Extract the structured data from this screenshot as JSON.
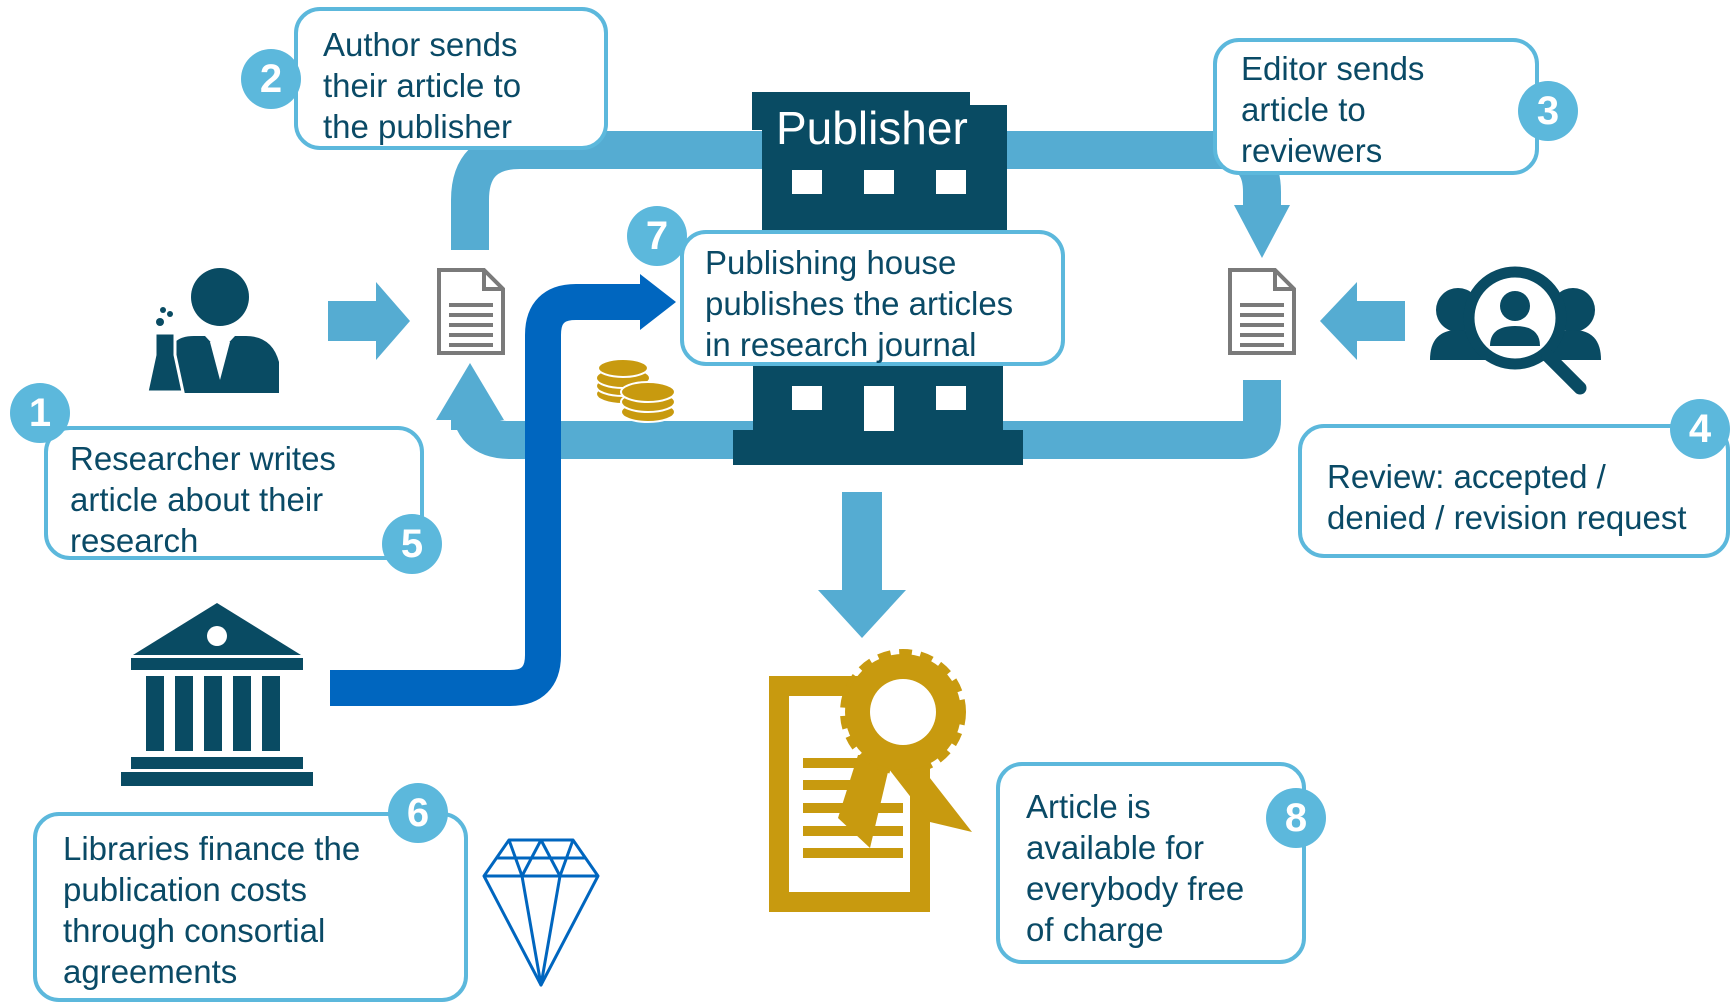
{
  "colors": {
    "light_blue": "#55acd2",
    "dark_blue": "#0066bf",
    "navy": "#094b63",
    "gold": "#c89a0f",
    "text": "#0a4a66",
    "doc_gray": "#7a7a7a"
  },
  "icons": [
    "researcher-icon",
    "document-icon",
    "publisher-building-icon",
    "coins-icon",
    "reviewers-icon",
    "library-icon",
    "diamond-icon",
    "certificate-icon"
  ],
  "publisher_label": "Publisher",
  "steps": [
    {
      "number": "1",
      "lines": [
        "Researcher writes",
        "article about their",
        "research"
      ]
    },
    {
      "number": "2",
      "lines": [
        "Author sends",
        "their article to",
        "the publisher"
      ]
    },
    {
      "number": "3",
      "lines": [
        "Editor sends",
        "article to",
        "reviewers"
      ]
    },
    {
      "number": "4",
      "lines": [
        "Review: accepted /",
        "denied / revision request"
      ]
    },
    {
      "number": "5"
    },
    {
      "number": "6",
      "lines": [
        "Libraries finance the",
        "publication costs",
        "through consortial",
        "agreements"
      ]
    },
    {
      "number": "7",
      "lines": [
        "Publishing house",
        "publishes the articles",
        "in research journal"
      ]
    },
    {
      "number": "8",
      "lines": [
        "Article is",
        "available for",
        "everybody free",
        "of charge"
      ]
    }
  ]
}
